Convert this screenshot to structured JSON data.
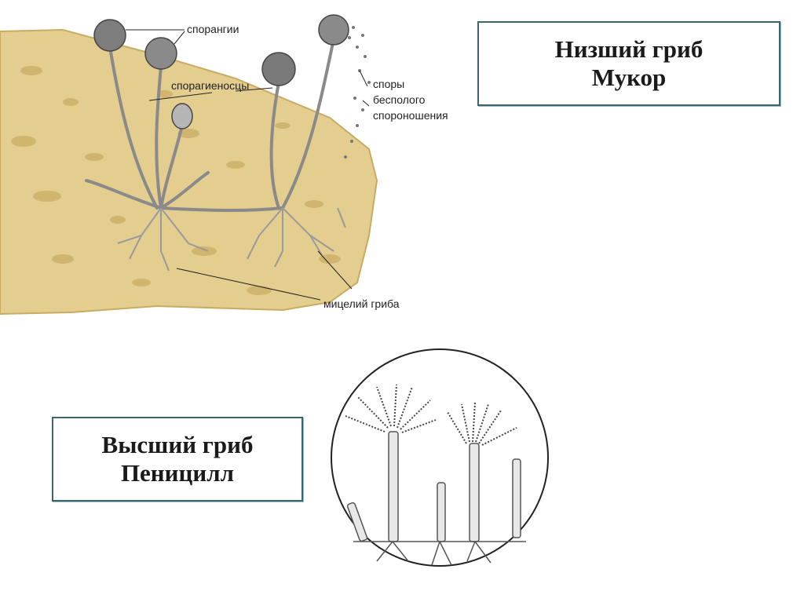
{
  "mucor": {
    "title_line1": "Низший гриб",
    "title_line2": "Мукор",
    "labels": {
      "sporangia": "спорангии",
      "sporangiophores": "спорагиеносцы",
      "spores_line1": "споры",
      "spores_line2": "бесполого",
      "spores_line3": "спороношения",
      "mycelium": "мицелий гриба"
    }
  },
  "penicill": {
    "title_line1": "Высший гриб",
    "title_line2": "Пеницилл"
  },
  "colors": {
    "bread": "#e3cd8f",
    "bread_dark": "#c9ab62",
    "box_border": "#3b6670"
  }
}
